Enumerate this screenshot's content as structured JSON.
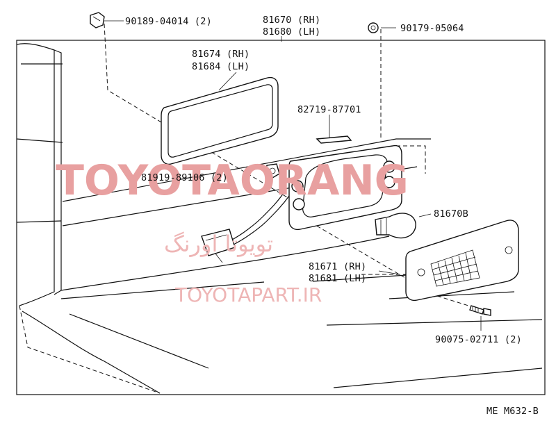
{
  "labels": {
    "clip_pn": "90189-04014 (2)",
    "lamp_rh": "81670 (RH)",
    "lamp_lh": "81680 (LH)",
    "nut_pn": "90179-05064",
    "gasket_rh": "81674 (RH)",
    "gasket_lh": "81684 (LH)",
    "wire_pn": "82719-87701",
    "socket_pn": "81919-89106 (2)",
    "bulb_pn": "81670B",
    "lens_rh": "81671 (RH)",
    "lens_lh": "81681 (LH)",
    "screw_pn": "90075-02711 (2)",
    "figure_code": "ME M632-B"
  },
  "watermarks": {
    "main": "TOYOTAORANG",
    "persian": "تویوتا اورنگ",
    "site": "TOYOTAPART.IR"
  }
}
